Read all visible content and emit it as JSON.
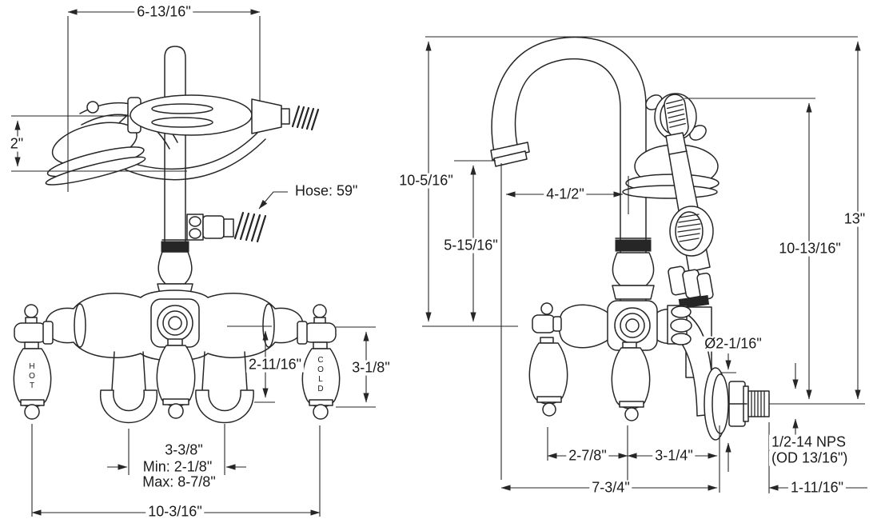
{
  "front_view": {
    "handle_labels": {
      "hot": "HOT",
      "cold": "COLD"
    },
    "dimensions": {
      "cradle_to_hose_width": "6-13/16\"",
      "sprayhead_height": "2\"",
      "hose_length_note": "Hose: 59\"",
      "body_center_drop": "2-11/16\"",
      "handle_height": "3-1/8\"",
      "mount_arm_spacing": "3-3/8\"",
      "mount_arm_min": "Min: 2-1/8\"",
      "mount_arm_max": "Max: 8-7/8\"",
      "overall_width": "10-3/16\""
    }
  },
  "side_view": {
    "dimensions": {
      "spout_top_height": "10-5/16\"",
      "spout_outlet_height": "5-15/16\"",
      "spout_reach": "4-1/2\"",
      "overall_height": "13\"",
      "handshower_top_height": "10-13/16\"",
      "flange_diameter": "Ø2-1/16\"",
      "handle_to_center": "2-7/8\"",
      "center_to_wall": "3-1/4\"",
      "overall_depth": "7-3/4\"",
      "nipple_thread_spec": "1/2-14 NPS",
      "nipple_od": "(OD 13/16\")",
      "nipple_length": "1-11/16\""
    }
  }
}
